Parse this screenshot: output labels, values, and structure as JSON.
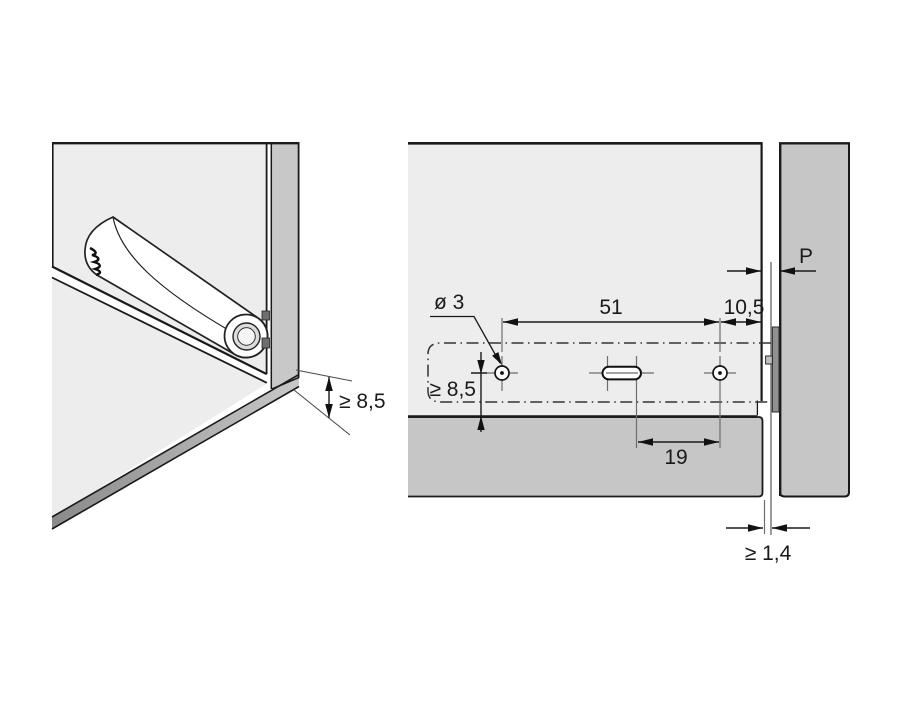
{
  "figure": {
    "views": {
      "isometric": {
        "clearance_label": "≥ 8,5"
      },
      "elevation": {
        "hole_diameter_label": "ø 3",
        "hole_pitch_label": "51",
        "edge_distance_label": "10,5",
        "front_gap_label": "P",
        "bottom_clearance_label": "≥ 8,5",
        "slot_pitch_label": "19",
        "reveal_label": "≥ 1,4"
      }
    },
    "colors": {
      "background": "#ffffff",
      "panel_light": "#ededed",
      "panel_medium": "#c6c6c6",
      "side_strip": "#c8c8c8",
      "edge_band_dark": "#8a8a8a",
      "edge_band_light": "#c8c8c8",
      "damper_profile": "#909090",
      "damper_pin": "#c0c0c0",
      "line": "#1a1a1a"
    }
  }
}
